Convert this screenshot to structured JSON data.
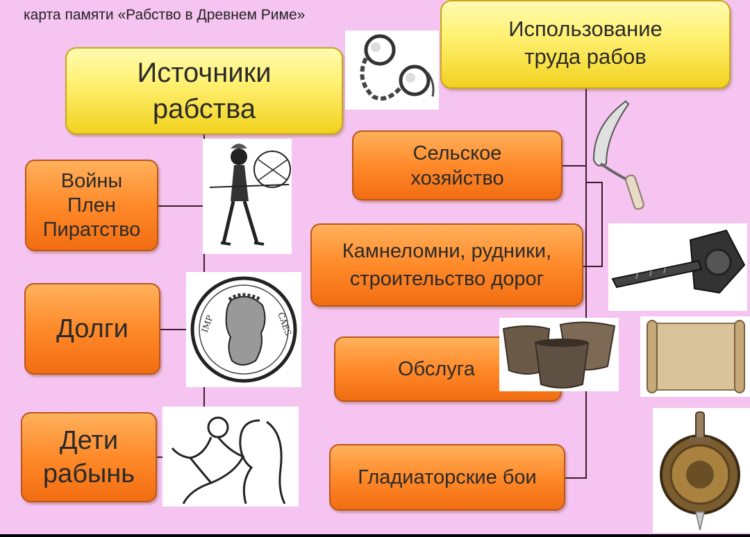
{
  "caption": "карта памяти «Рабство в Древнем Риме»",
  "sources": {
    "title": "Источники\nрабства",
    "items": [
      {
        "label": "Войны\nПлен\nПиратство"
      },
      {
        "label": "Долги"
      },
      {
        "label": "Дети\nрабынь"
      }
    ]
  },
  "usage": {
    "title": "Использование\nтруда рабов",
    "items": [
      {
        "label": "Сельское\nхозяйство"
      },
      {
        "label": "Камнеломни, рудники,\nстроительство дорог"
      },
      {
        "label": "Обслуга"
      },
      {
        "label": "Гладиаторские бои"
      }
    ]
  },
  "colors": {
    "background": "#f5c4f1",
    "title_box": "#fff173",
    "item_box": "#ff8a2a",
    "connector": "#3a1a2a"
  },
  "images": {
    "shackles": "shackles-icon",
    "warrior": "warrior-icon",
    "coin": "caesar-coin-icon",
    "mother_child": "mother-child-icon",
    "sickle": "sickle-icon",
    "hammer": "hammer-icon",
    "pots": "pottery-icon",
    "scroll": "scroll-icon",
    "shield": "shield-sword-icon"
  }
}
